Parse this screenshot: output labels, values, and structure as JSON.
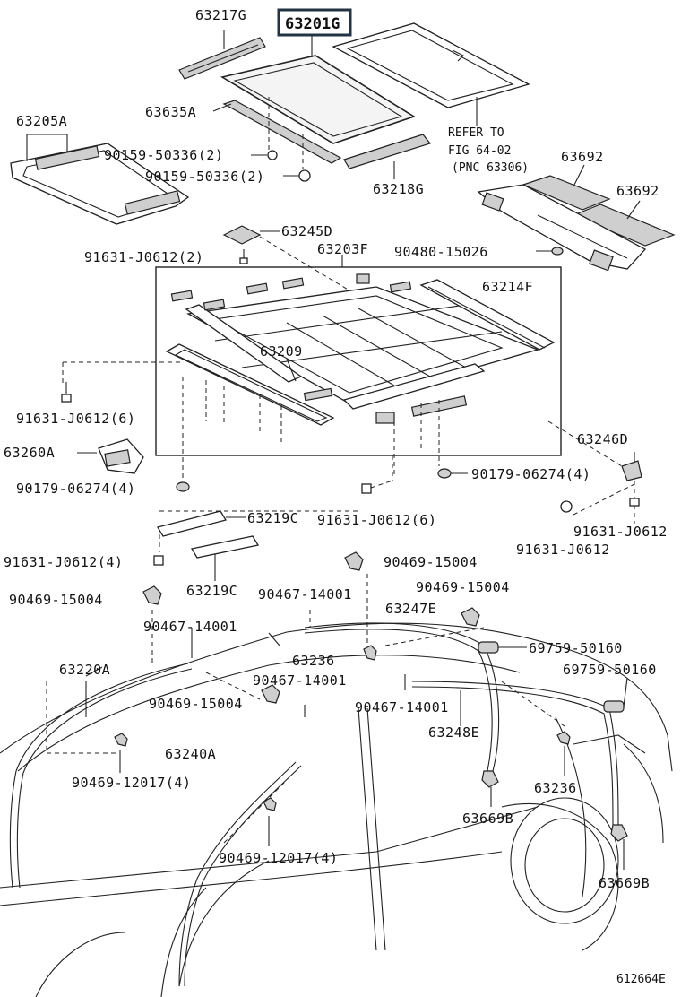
{
  "diagram": {
    "image_code": "612664E",
    "highlighted_part": "63201G",
    "reference_note": {
      "line1": "REFER TO",
      "line2": "FIG 64-02",
      "line3": "(PNC 63306)"
    },
    "labels": {
      "p63217G": "63217G",
      "p63201G": "63201G",
      "p63205A": "63205A",
      "p63635A": "63635A",
      "b90159a": "90159-50336(2)",
      "b90159b": "90159-50336(2)",
      "p63218G": "63218G",
      "p63692a": "63692",
      "p63692b": "63692",
      "p63245D": "63245D",
      "b91631a": "91631-J0612(2)",
      "p63203F": "63203F",
      "b90480": "90480-15026",
      "p63214F": "63214F",
      "p63209": "63209",
      "b91631b": "91631-J0612(6)",
      "p63260A": "63260A",
      "p63246D": "63246D",
      "b90179a": "90179-06274(4)",
      "b90179b": "90179-06274(4)",
      "p63219Ca": "63219C",
      "b91631c": "91631-J0612(6)",
      "b91631d": "91631-J0612",
      "b91631e": "91631-J0612",
      "b91631f": "91631-J0612(4)",
      "c90469a": "90469-15004",
      "c90469b": "90469-15004",
      "p63219Cb": "63219C",
      "c90467a": "90467-14001",
      "c90469c": "90469-15004",
      "c90467b": "90467-14001",
      "p63247E": "63247E",
      "c69759a": "69759-50160",
      "p63236a": "63236",
      "p63220A": "63220A",
      "c90467c": "90467-14001",
      "c69759b": "69759-50160",
      "c90469d": "90469-15004",
      "c90467d": "90467-14001",
      "p63248E": "63248E",
      "p63240A": "63240A",
      "c90469e": "90469-12017(4)",
      "p63236b": "63236",
      "p63669Ba": "63669B",
      "c90469f": "90469-12017(4)",
      "p63669Bb": "63669B"
    }
  }
}
